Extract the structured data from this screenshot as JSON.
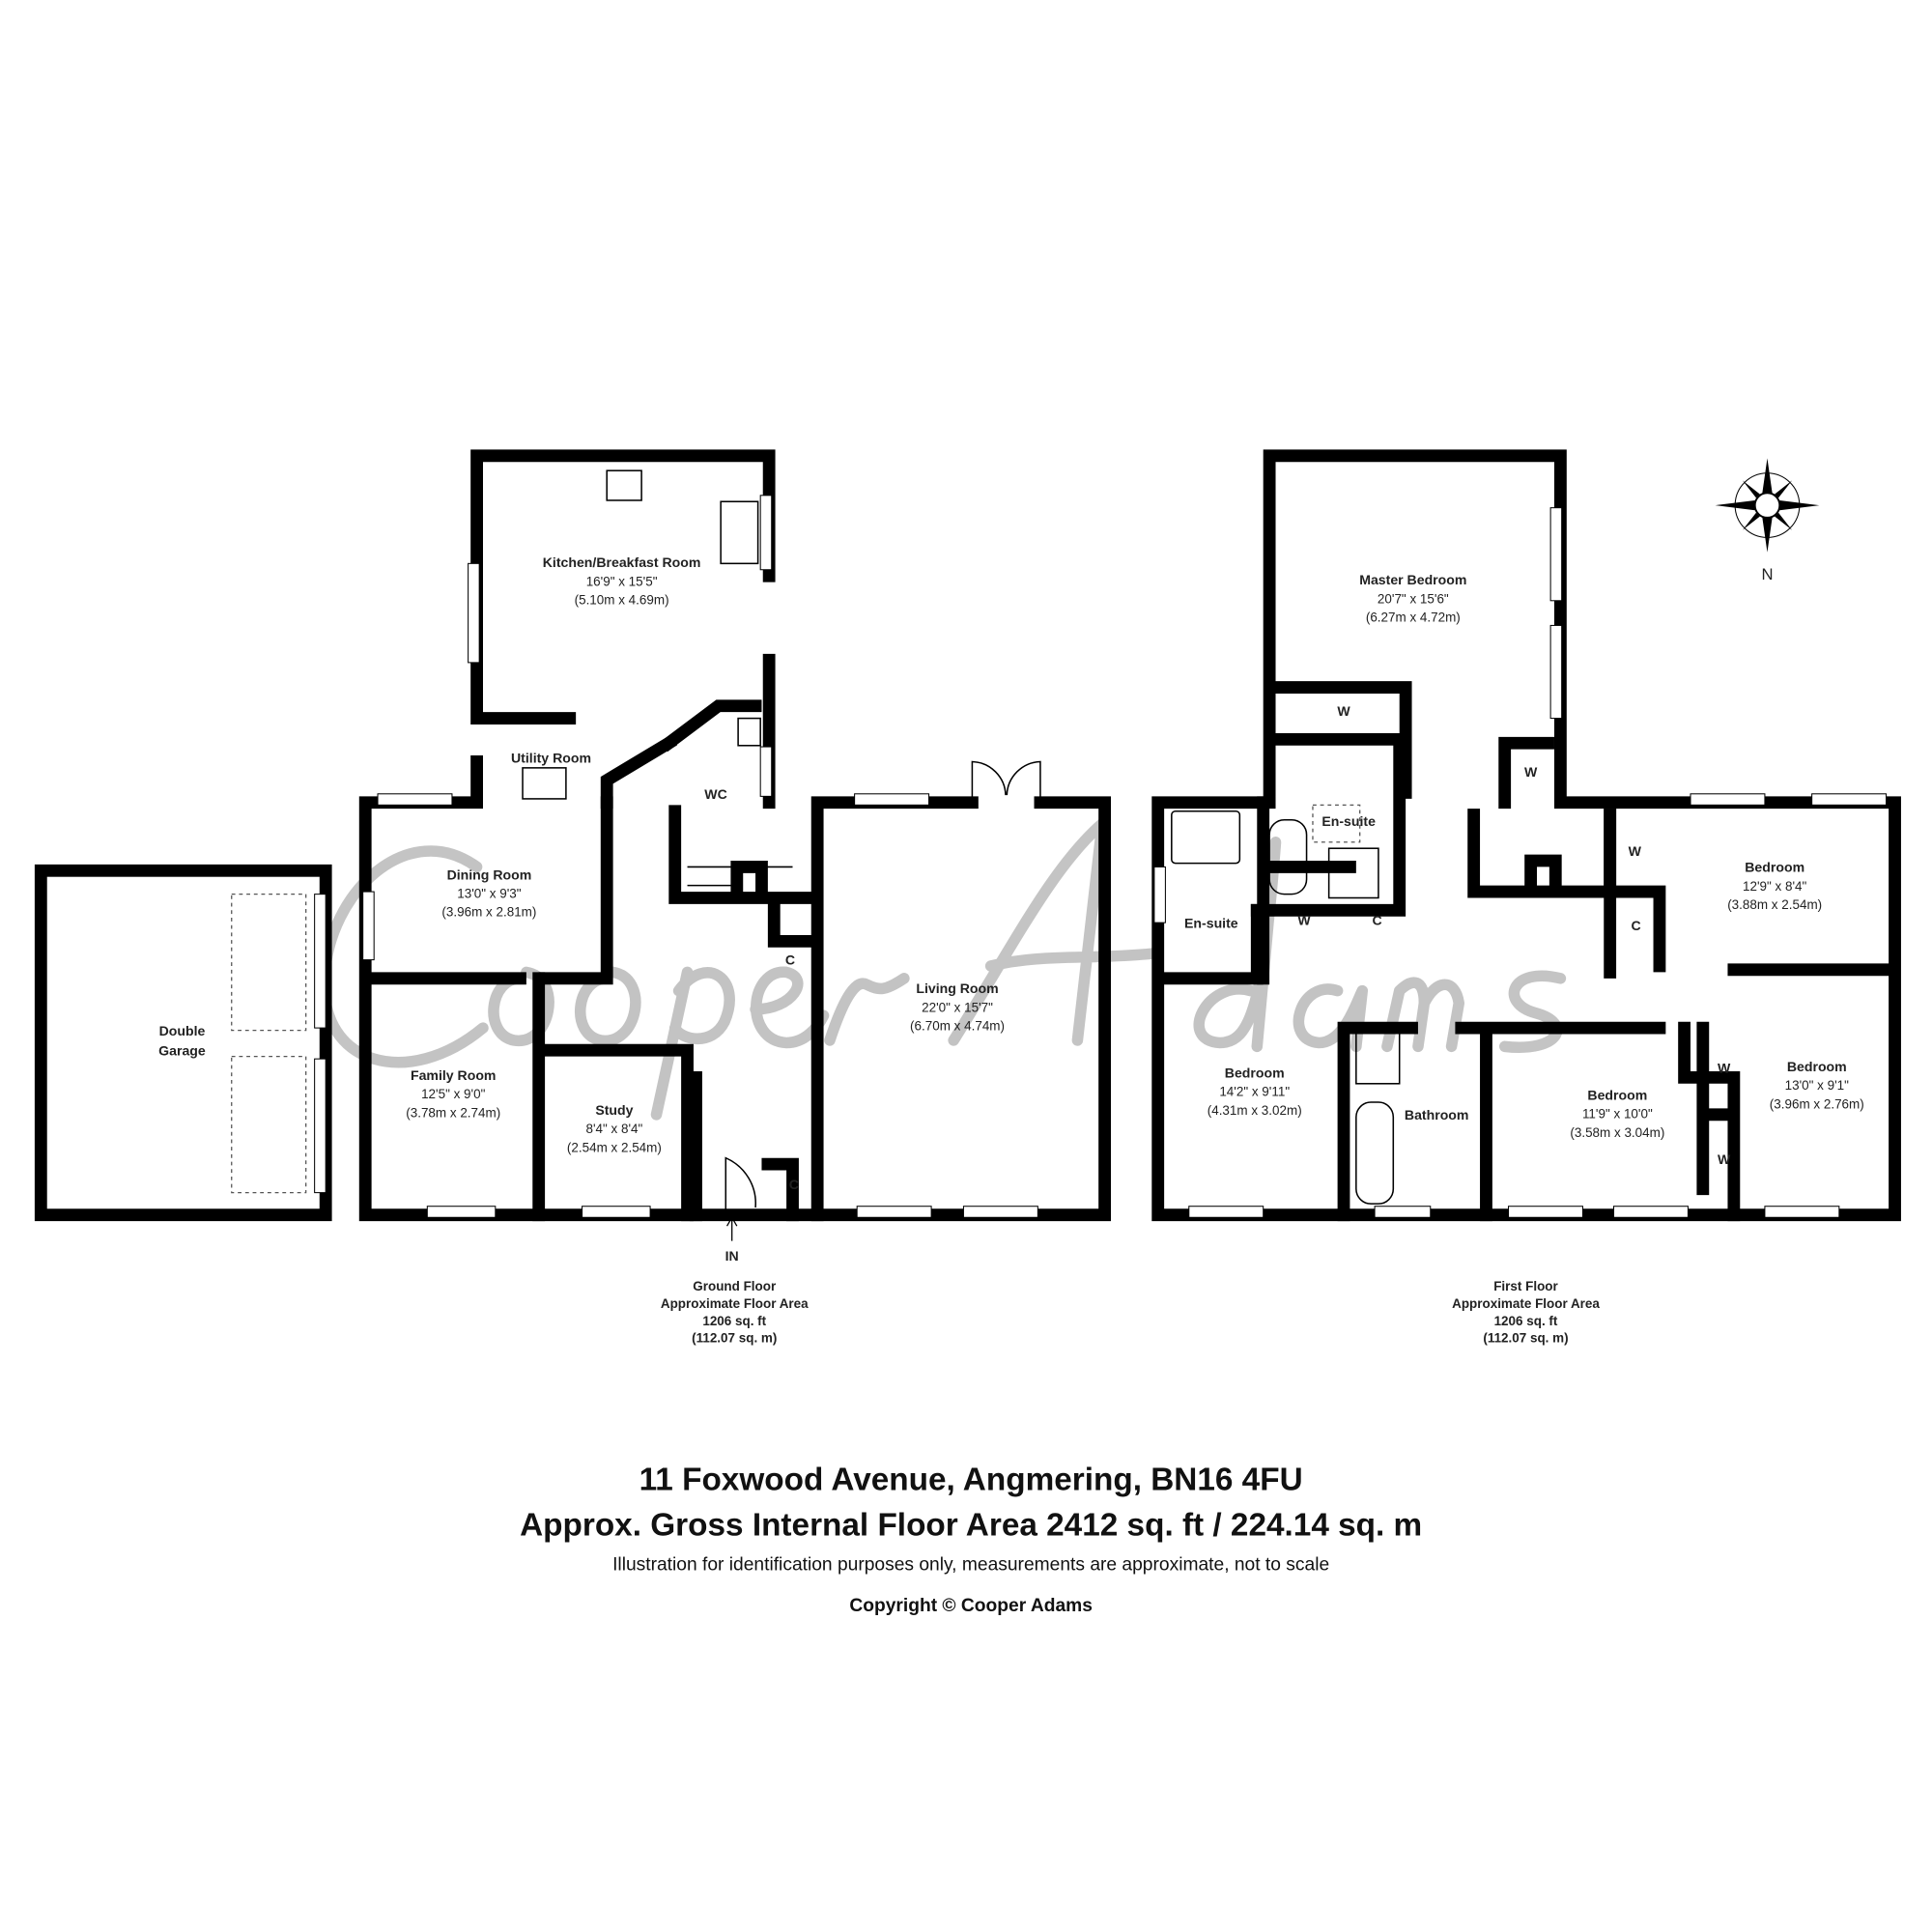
{
  "ground_floor": {
    "rooms": {
      "kitchen": {
        "name": "Kitchen/Breakfast Room",
        "imperial": "16'9\" x 15'5\"",
        "metric": "(5.10m x 4.69m)"
      },
      "utility": {
        "name": "Utility Room"
      },
      "wc": {
        "name": "WC"
      },
      "dining": {
        "name": "Dining Room",
        "imperial": "13'0\" x 9'3\"",
        "metric": "(3.96m x 2.81m)"
      },
      "family": {
        "name": "Family Room",
        "imperial": "12'5\" x 9'0\"",
        "metric": "(3.78m x 2.74m)"
      },
      "study": {
        "name": "Study",
        "imperial": "8'4\" x 8'4\"",
        "metric": "(2.54m x 2.54m)"
      },
      "living": {
        "name": "Living Room",
        "imperial": "22'0\" x 15'7\"",
        "metric": "(6.70m x 4.74m)"
      },
      "garage": {
        "name_1": "Double",
        "name_2": "Garage"
      }
    },
    "cupboard_label": "C",
    "entrance_label": "IN",
    "caption": {
      "line1": "Ground Floor",
      "line2": "Approximate Floor Area",
      "line3": "1206 sq. ft",
      "line4": "(112.07 sq. m)"
    }
  },
  "first_floor": {
    "rooms": {
      "master": {
        "name": "Master Bedroom",
        "imperial": "20'7\" x 15'6\"",
        "metric": "(6.27m x 4.72m)"
      },
      "ensuite_1": {
        "name": "En-suite"
      },
      "ensuite_2": {
        "name": "En-suite"
      },
      "bedroom_ne": {
        "name": "Bedroom",
        "imperial": "12'9\" x 8'4\"",
        "metric": "(3.88m x 2.54m)"
      },
      "bedroom_w": {
        "name": "Bedroom",
        "imperial": "14'2\" x 9'11\"",
        "metric": "(4.31m x 3.02m)"
      },
      "bathroom": {
        "name": "Bathroom"
      },
      "bedroom_s": {
        "name": "Bedroom",
        "imperial": "11'9\" x 10'0\"",
        "metric": "(3.58m x 3.04m)"
      },
      "bedroom_se": {
        "name": "Bedroom",
        "imperial": "13'0\" x 9'1\"",
        "metric": "(3.96m x 2.76m)"
      }
    },
    "wardrobe_label": "W",
    "cupboard_label": "C",
    "caption": {
      "line1": "First Floor",
      "line2": "Approximate Floor Area",
      "line3": "1206 sq. ft",
      "line4": "(112.07 sq. m)"
    }
  },
  "compass": {
    "label": "N"
  },
  "watermark": "Cooper Adams",
  "footer": {
    "address": "11 Foxwood Avenue, Angmering, BN16 4FU",
    "area": "Approx. Gross Internal Floor Area 2412 sq. ft / 224.14 sq. m",
    "disclaimer": "Illustration for identification purposes only, measurements are approximate, not to scale",
    "copyright": "Copyright © Cooper Adams"
  }
}
